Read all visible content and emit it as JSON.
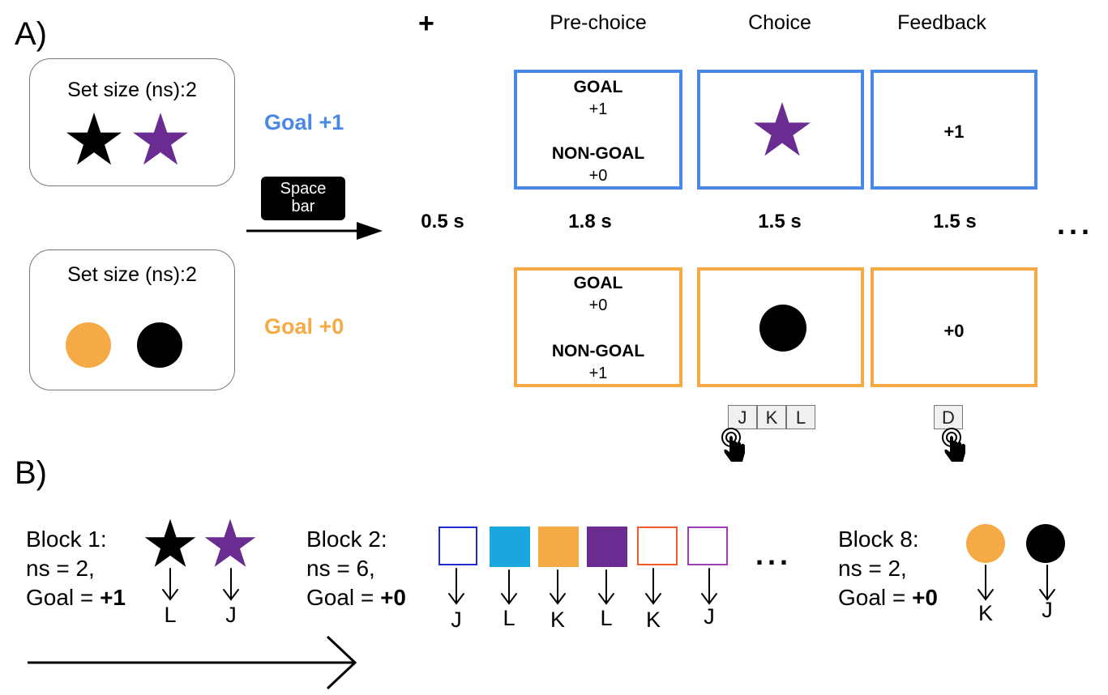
{
  "panel_a": {
    "label": "A)",
    "fixation": "+",
    "headers": {
      "prechoice": "Pre-choice",
      "choice": "Choice",
      "feedback": "Feedback"
    },
    "timings": {
      "fixation": "0.5 s",
      "prechoice": "1.8 s",
      "choice": "1.5 s",
      "feedback": "1.5 s"
    },
    "ellipsis": "...",
    "space_key": {
      "line1": "Space",
      "line2": "bar"
    },
    "set_boxes": [
      {
        "title": "Set size (ns):2",
        "stimuli": [
          "black-star",
          "purple-star"
        ]
      },
      {
        "title": "Set size (ns):2",
        "stimuli": [
          "orange-circle",
          "black-circle"
        ]
      }
    ],
    "conditions": [
      {
        "label": "Goal +1",
        "color": "#4a88e6",
        "prechoice": {
          "goal_label": "GOAL",
          "goal_value": "+1",
          "nongoal_label": "NON-GOAL",
          "nongoal_value": "+0"
        },
        "choice_stimulus": "purple-star",
        "feedback": "+1"
      },
      {
        "label": "Goal +0",
        "color": "#f5aa45",
        "prechoice": {
          "goal_label": "GOAL",
          "goal_value": "+0",
          "nongoal_label": "NON-GOAL",
          "nongoal_value": "+1"
        },
        "choice_stimulus": "black-circle",
        "feedback": "+0"
      }
    ],
    "response_keys": [
      "J",
      "K",
      "L"
    ],
    "feedback_key": "D"
  },
  "panel_b": {
    "label": "B)",
    "ellipsis": "...",
    "blocks": [
      {
        "title": "Block 1:",
        "ns": "ns = 2,",
        "goal_prefix": "Goal = ",
        "goal_value": "+1",
        "mappings": [
          {
            "stimulus": "black-star",
            "key": "L"
          },
          {
            "stimulus": "purple-star",
            "key": "J"
          }
        ]
      },
      {
        "title": "Block 2:",
        "ns": "ns = 6,",
        "goal_prefix": "Goal = ",
        "goal_value": "+0",
        "mappings": [
          {
            "stimulus": "blue-outline-square",
            "key": "J"
          },
          {
            "stimulus": "cyan-filled-square",
            "key": "L"
          },
          {
            "stimulus": "orange-filled-square",
            "key": "K"
          },
          {
            "stimulus": "purple-filled-square",
            "key": "L"
          },
          {
            "stimulus": "red-outline-square",
            "key": "K"
          },
          {
            "stimulus": "purple-outline-square",
            "key": "J"
          }
        ]
      },
      {
        "title": "Block 8:",
        "ns": "ns = 2,",
        "goal_prefix": "Goal = ",
        "goal_value": "+0",
        "mappings": [
          {
            "stimulus": "orange-circle",
            "key": "K"
          },
          {
            "stimulus": "black-circle",
            "key": "J"
          }
        ]
      }
    ]
  },
  "colors": {
    "blue": "#4a88e6",
    "orange": "#f5aa45",
    "purple": "#6a2c91",
    "cyan": "#1aa7de",
    "navy": "#1f2bd0",
    "red_orange": "#ee5a2a",
    "violet": "#9b3fb0"
  }
}
